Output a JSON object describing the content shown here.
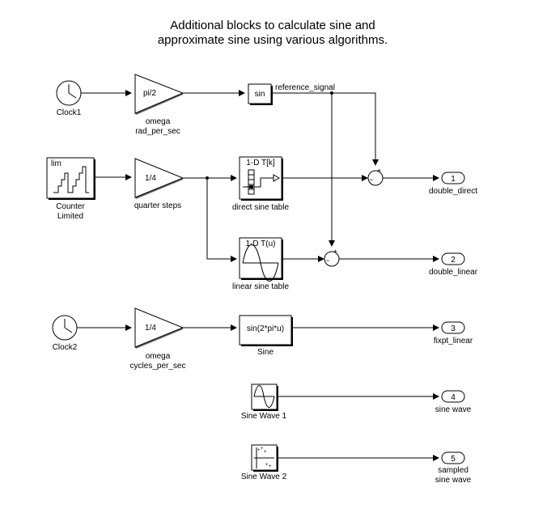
{
  "title": {
    "line1": "Additional blocks to calculate sine and",
    "line2": "approximate sine using various algorithms."
  },
  "blocks": {
    "clock1": {
      "label": "Clock1",
      "icon": "clock-icon"
    },
    "gain_omega": {
      "text": "pi/2",
      "label1": "omega",
      "label2": "rad_per_sec"
    },
    "sin_fcn": {
      "text": "sin"
    },
    "reference_signal": {
      "text": "reference_signal"
    },
    "counter": {
      "text": "lim",
      "label1": "Counter",
      "label2": "Limited",
      "icon": "staircase-icon"
    },
    "gain_quarter": {
      "text": "1/4",
      "label1": "quarter steps"
    },
    "direct_table": {
      "text": "1-D T[k]",
      "label1": "direct sine table",
      "icon": "lookup-table-icon"
    },
    "linear_table": {
      "text": "1-D T(u)",
      "label1": "linear sine table",
      "icon": "sine-curve-icon"
    },
    "sum1": {
      "plus": "+",
      "minus": "−"
    },
    "sum2": {
      "plus": "+",
      "minus": "−"
    },
    "clock2": {
      "label": "Clock2",
      "icon": "clock-icon"
    },
    "gain_cycles": {
      "text": "1/4",
      "label1": "omega",
      "label2": "cycles_per_sec"
    },
    "sine_fcn": {
      "text": "sin(2*pi*u)",
      "label1": "Sine"
    },
    "sine_wave1": {
      "label1": "Sine Wave 1",
      "icon": "sine-wave-icon"
    },
    "sine_wave2": {
      "label1": "Sine Wave 2",
      "icon": "sampled-sine-icon"
    }
  },
  "outports": [
    {
      "num": "1",
      "label1": "double_direct",
      "label2": ""
    },
    {
      "num": "2",
      "label1": "double_linear",
      "label2": ""
    },
    {
      "num": "3",
      "label1": "fixpt_linear",
      "label2": ""
    },
    {
      "num": "4",
      "label1": "sine wave",
      "label2": ""
    },
    {
      "num": "5",
      "label1": "sampled",
      "label2": "sine wave"
    }
  ]
}
